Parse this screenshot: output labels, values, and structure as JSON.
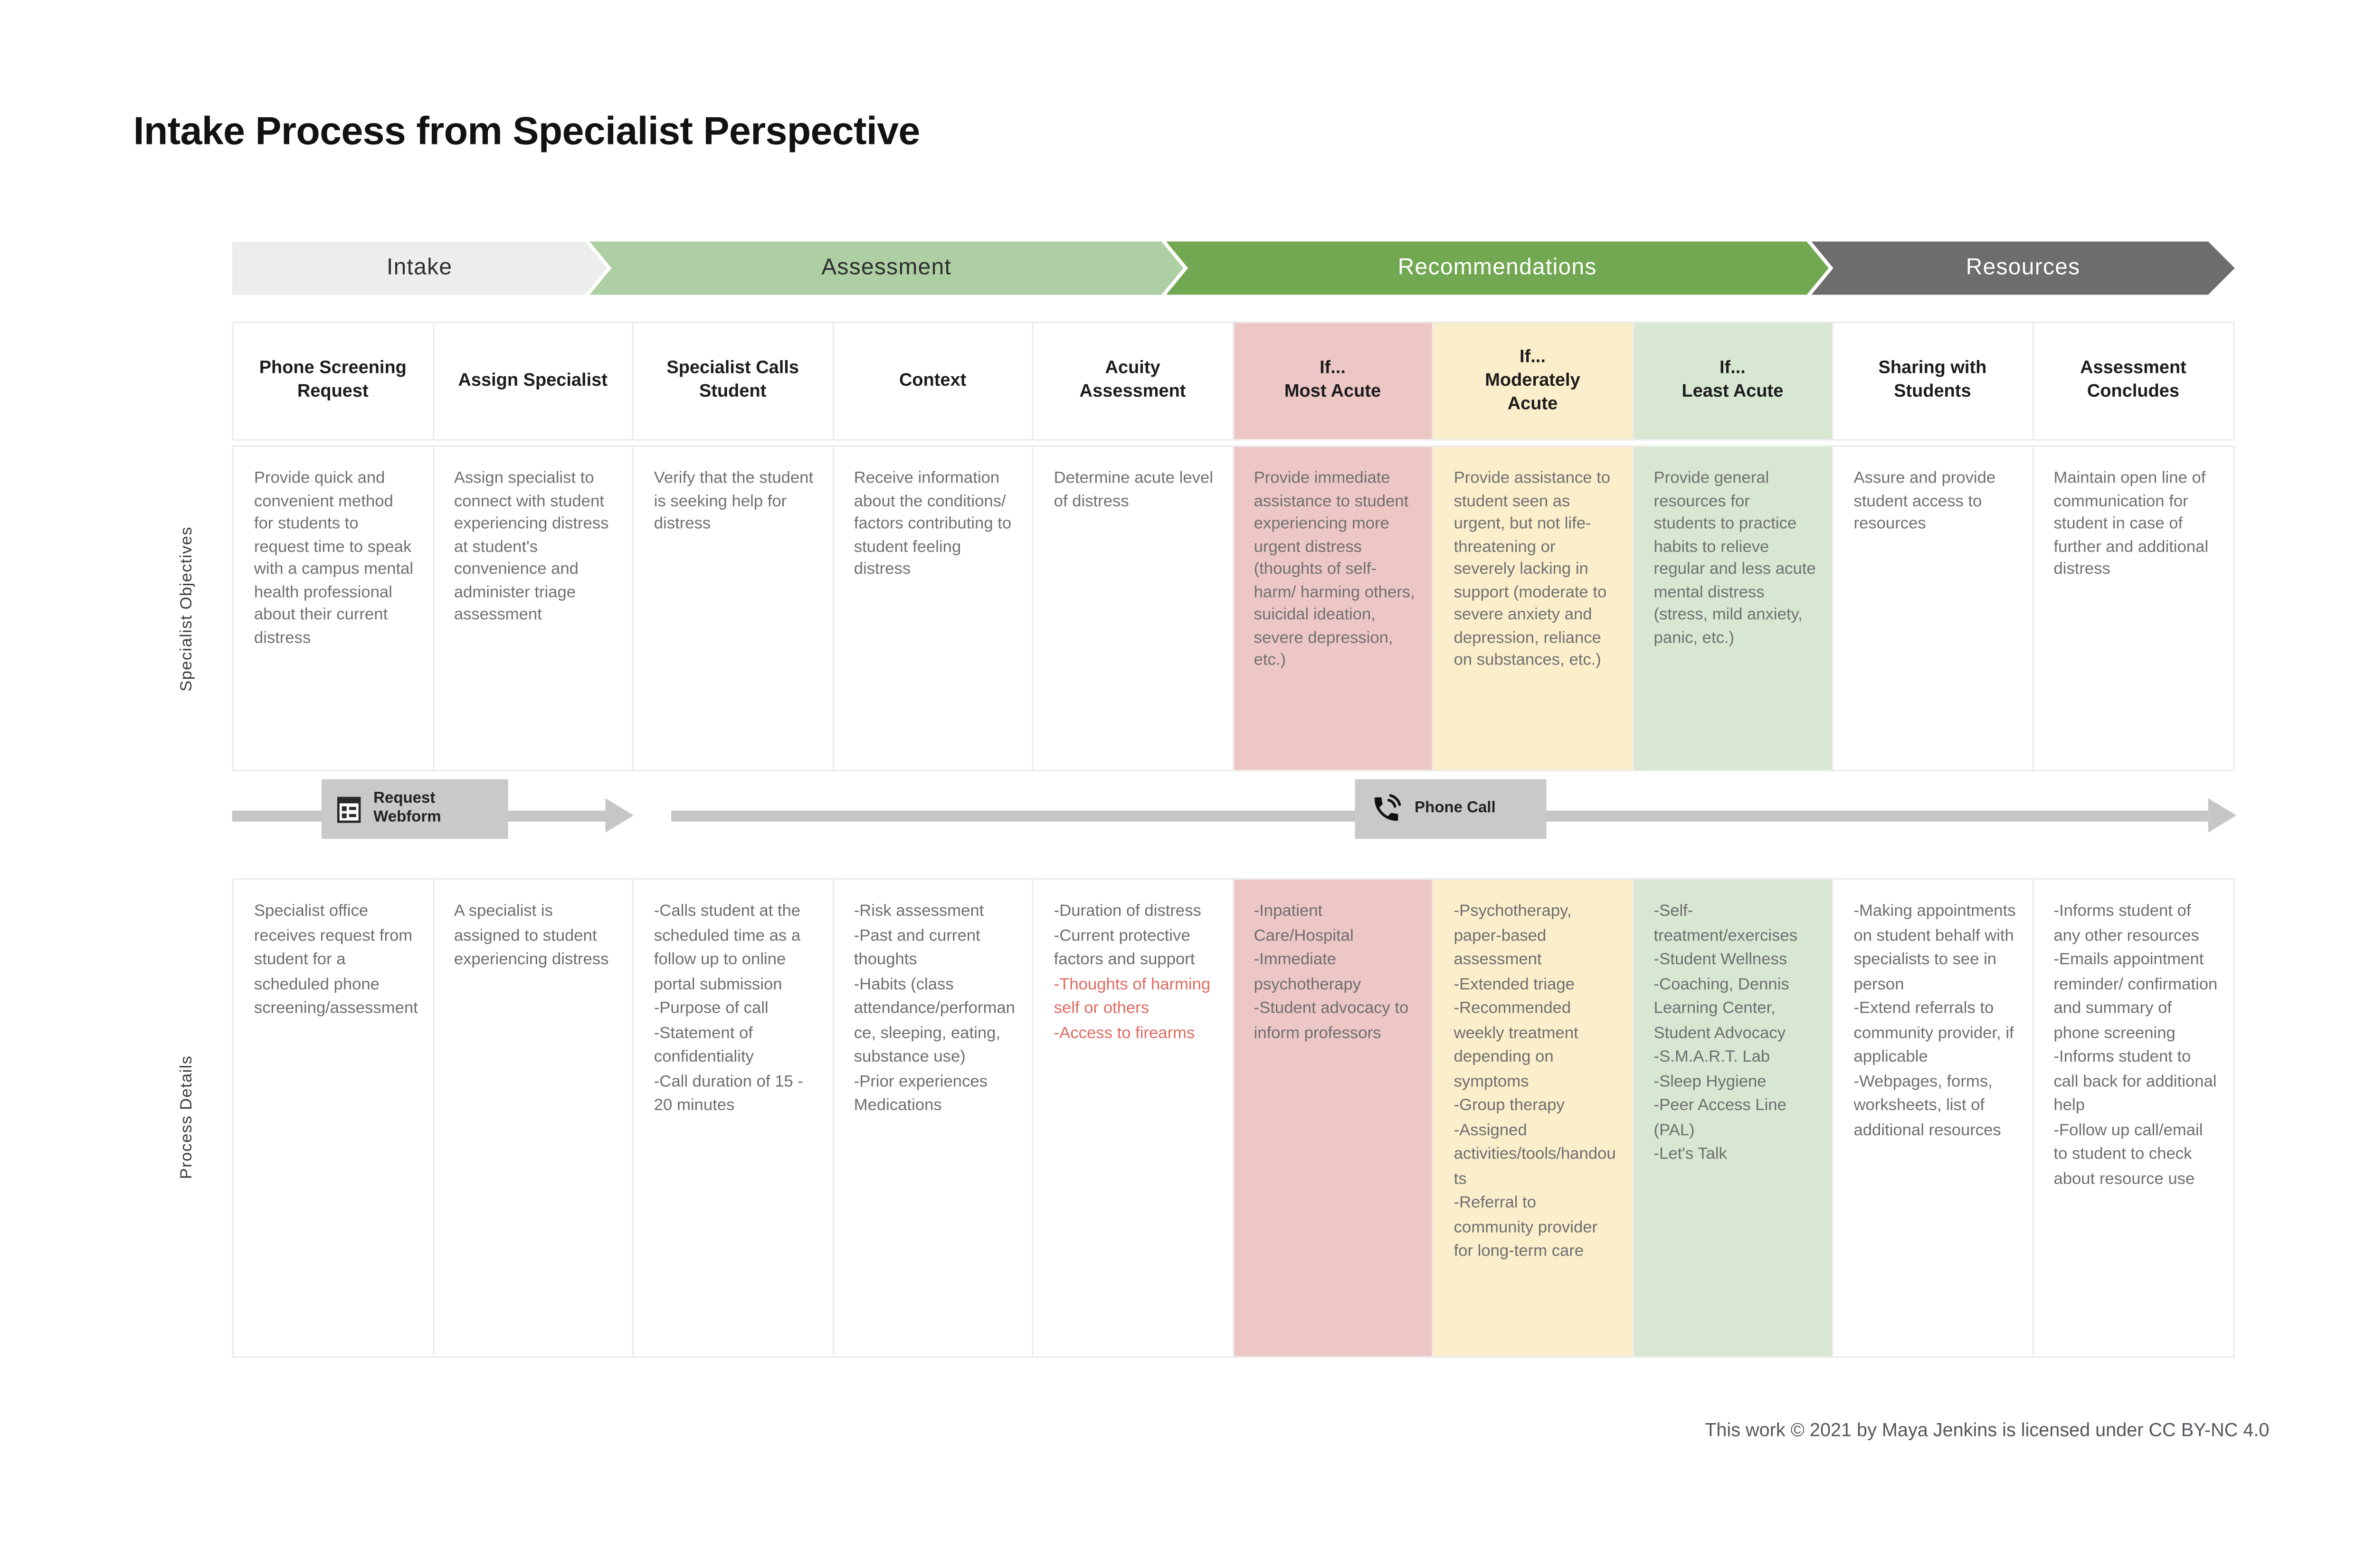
{
  "page": {
    "title": "Intake Process from Specialist Perspective",
    "footer": "This work © 2021 by Maya Jenkins is licensed under CC BY-NC 4.0"
  },
  "phase_bar": [
    {
      "label": "Intake",
      "bg": "#ededed",
      "fg": "#2d2d2d",
      "span": 2
    },
    {
      "label": "Assessment",
      "bg": "#adcfa3",
      "fg": "#2d2d2d",
      "span": 3
    },
    {
      "label": "Recommendations",
      "bg": "#73a852",
      "fg": "#ffffff",
      "span": 3
    },
    {
      "label": "Resources",
      "bg": "#6d6d6d",
      "fg": "#ffffff",
      "span": 2
    }
  ],
  "row_labels": {
    "objectives": "Specialist Objectives",
    "details": "Process Details"
  },
  "flow": {
    "webform": {
      "label": "Request Webform",
      "icon": "webform-icon"
    },
    "phone": {
      "label": "Phone Call",
      "icon": "phone-call-icon"
    }
  },
  "colors": {
    "tint_red": "#edc7c6",
    "tint_yellow": "#fbeecb",
    "tint_green": "#d7e7d1",
    "detail_red_text": "#dd6b60",
    "arrow_gray": "#c6c6c6",
    "label_box_gray": "#c9c9c9"
  },
  "columns": [
    {
      "header": "Phone Screening Request",
      "tint": null,
      "objective": "Provide quick and convenient method for students to request time to speak with a campus mental health professional about their current distress",
      "details": [
        {
          "text": "Specialist office receives request from student for a scheduled phone screening/assessment"
        }
      ]
    },
    {
      "header": "Assign Specialist",
      "tint": null,
      "objective": "Assign specialist to connect with student experiencing distress at student's convenience and administer triage assessment",
      "details": [
        {
          "text": "A specialist is assigned to student experiencing distress"
        }
      ]
    },
    {
      "header": "Specialist Calls Student",
      "tint": null,
      "objective": "Verify that the student is seeking help for distress",
      "details": [
        {
          "text": "-Calls student at the scheduled time as a follow up to online portal submission"
        },
        {
          "text": "-Purpose of call"
        },
        {
          "text": "-Statement of confidentiality"
        },
        {
          "text": "-Call duration of 15 - 20 minutes"
        }
      ]
    },
    {
      "header": "Context",
      "tint": null,
      "objective": "Receive information about the conditions/ factors contributing to student feeling distress",
      "details": [
        {
          "text": "-Risk assessment"
        },
        {
          "text": "-Past and current thoughts"
        },
        {
          "text": "-Habits (class attendance/performance, sleeping, eating, substance use)"
        },
        {
          "text": "-Prior experiences"
        },
        {
          "text": "Medications"
        }
      ]
    },
    {
      "header": "Acuity Assessment",
      "tint": null,
      "objective": "Determine acute level of distress",
      "details": [
        {
          "text": "-Duration of distress"
        },
        {
          "text": "-Current protective factors and support"
        },
        {
          "text": "-Thoughts of harming self or others",
          "red": true
        },
        {
          "text": "-Access to firearms",
          "red": true
        }
      ]
    },
    {
      "header": "If...\nMost Acute",
      "tint": "#edc7c6",
      "objective": "Provide immediate assistance to student experiencing more urgent distress (thoughts of self-harm/ harming others, suicidal ideation, severe depression, etc.)",
      "details": [
        {
          "text": "-Inpatient Care/Hospital"
        },
        {
          "text": "-Immediate psychotherapy"
        },
        {
          "text": "-Student advocacy to inform professors"
        }
      ]
    },
    {
      "header": "If...\nModerately\nAcute",
      "tint": "#fbeecb",
      "objective": "Provide assistance to student  seen as urgent, but not life-threatening or severely lacking in support (moderate to severe anxiety and depression, reliance on substances, etc.)",
      "details": [
        {
          "text": "-Psychotherapy, paper-based assessment"
        },
        {
          "text": "-Extended triage"
        },
        {
          "text": "-Recommended weekly treatment depending on symptoms"
        },
        {
          "text": "-Group therapy"
        },
        {
          "text": "-Assigned activities/tools/handouts"
        },
        {
          "text": "-Referral to community provider for long-term care"
        }
      ]
    },
    {
      "header": "If...\nLeast Acute",
      "tint": "#d7e7d1",
      "objective": "Provide general resources for students to practice habits to relieve regular and less acute mental distress (stress, mild anxiety, panic, etc.)",
      "details": [
        {
          "text": "-Self-treatment/exercises"
        },
        {
          "text": "-Student Wellness"
        },
        {
          "text": "-Coaching, Dennis Learning Center, Student Advocacy"
        },
        {
          "text": "-S.M.A.R.T. Lab"
        },
        {
          "text": "-Sleep Hygiene"
        },
        {
          "text": "-Peer Access Line (PAL)"
        },
        {
          "text": "-Let's Talk"
        }
      ]
    },
    {
      "header": "Sharing with Students",
      "tint": null,
      "objective": "Assure and provide student access to resources",
      "details": [
        {
          "text": "-Making appointments on student behalf with specialists to see in person"
        },
        {
          "text": "-Extend referrals to community provider, if applicable"
        },
        {
          "text": "-Webpages, forms, worksheets, list of additional resources"
        }
      ]
    },
    {
      "header": "Assessment Concludes",
      "tint": null,
      "objective": "Maintain open line of communication for student in case of further and additional distress",
      "details": [
        {
          "text": "-Informs student of any other resources"
        },
        {
          "text": "-Emails appointment reminder/ confirmation and summary of phone screening"
        },
        {
          "text": "-Informs student to call back for additional help"
        },
        {
          "text": "-Follow up call/email to student to check about resource use"
        }
      ]
    }
  ]
}
